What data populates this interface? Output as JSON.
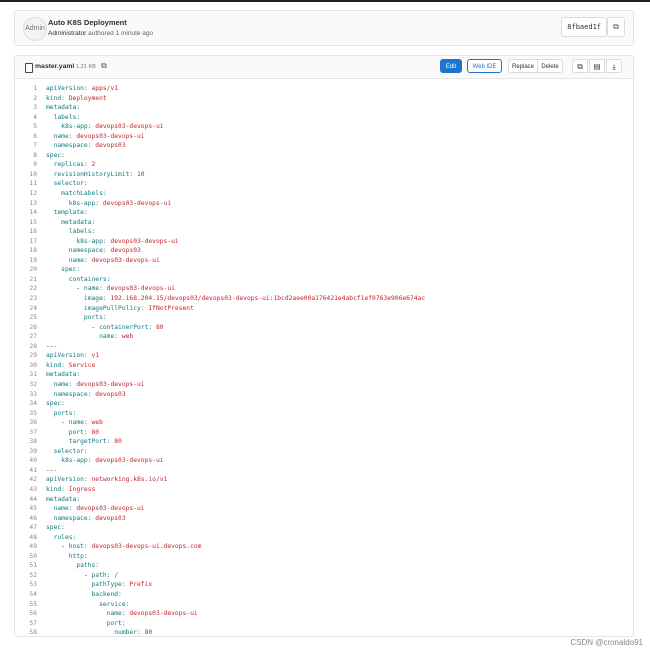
{
  "commit": {
    "avatar_alt": "Admin",
    "title": "Auto K8S Deployment",
    "author": "Administrator",
    "authored_text": "authored 1 minute ago",
    "sha": "8fbaed1f"
  },
  "file": {
    "name": "master.yaml",
    "size": "1.21 KB"
  },
  "toolbar": {
    "edit": "Edit",
    "web_ide": "Web IDE",
    "replace": "Replace",
    "delete": "Delete"
  },
  "icons": {
    "copy_sha": "copy-icon",
    "copy_path": "copy-icon",
    "copy_contents": "copy-icon",
    "raw": "file-icon",
    "download": "download-icon"
  },
  "colors": {
    "primary": "#1f75cb",
    "yaml_key": "#0f7a7f",
    "yaml_value": "#c4242b",
    "line_number": "#8a8a8a"
  },
  "code_lines": [
    {
      "indent": "",
      "key": "apiVersion",
      "value": "apps/v1"
    },
    {
      "indent": "",
      "key": "kind",
      "value": "Deployment"
    },
    {
      "indent": "",
      "key": "metadata",
      "value": ""
    },
    {
      "indent": "  ",
      "key": "labels",
      "value": ""
    },
    {
      "indent": "    ",
      "key": "k8s-app",
      "value": "devops03-devops-ui"
    },
    {
      "indent": "  ",
      "key": "name",
      "value": "devops03-devops-ui"
    },
    {
      "indent": "  ",
      "key": "namespace",
      "value": "devops03"
    },
    {
      "indent": "",
      "key": "spec",
      "value": ""
    },
    {
      "indent": "  ",
      "key": "replicas",
      "value": "2"
    },
    {
      "indent": "  ",
      "key": "revisionHistoryLimit",
      "value": "10"
    },
    {
      "indent": "  ",
      "key": "selector",
      "value": ""
    },
    {
      "indent": "    ",
      "key": "matchLabels",
      "value": ""
    },
    {
      "indent": "      ",
      "key": "k8s-app",
      "value": "devops03-devops-ui"
    },
    {
      "indent": "  ",
      "key": "template",
      "value": ""
    },
    {
      "indent": "    ",
      "key": "metadata",
      "value": ""
    },
    {
      "indent": "      ",
      "key": "labels",
      "value": ""
    },
    {
      "indent": "        ",
      "key": "k8s-app",
      "value": "devops03-devops-ui"
    },
    {
      "indent": "      ",
      "key": "namespace",
      "value": "devops03"
    },
    {
      "indent": "      ",
      "key": "name",
      "value": "devops03-devops-ui"
    },
    {
      "indent": "    ",
      "key": "spec",
      "value": ""
    },
    {
      "indent": "      ",
      "key": "containers",
      "value": ""
    },
    {
      "indent": "        - ",
      "key": "name",
      "value": "devops03-devops-ui"
    },
    {
      "indent": "          ",
      "key": "image",
      "value": "192.168.204.15/devops03/devops03-devops-ui:1bcd2aee00a176421e4abcf1ef0763e906e674ac"
    },
    {
      "indent": "          ",
      "key": "imagePullPolicy",
      "value": "IfNotPresent"
    },
    {
      "indent": "          ",
      "key": "ports",
      "value": ""
    },
    {
      "indent": "            - ",
      "key": "containerPort",
      "value": "80"
    },
    {
      "indent": "              ",
      "key": "name",
      "value": "web"
    },
    {
      "indent": "",
      "key": "",
      "value": "",
      "plain": "---"
    },
    {
      "indent": "",
      "key": "apiVersion",
      "value": "v1"
    },
    {
      "indent": "",
      "key": "kind",
      "value": "Service"
    },
    {
      "indent": "",
      "key": "metadata",
      "value": ""
    },
    {
      "indent": "  ",
      "key": "name",
      "value": "devops03-devops-ui"
    },
    {
      "indent": "  ",
      "key": "namespace",
      "value": "devops03"
    },
    {
      "indent": "",
      "key": "spec",
      "value": ""
    },
    {
      "indent": "  ",
      "key": "ports",
      "value": ""
    },
    {
      "indent": "    - ",
      "key": "name",
      "value": "web"
    },
    {
      "indent": "      ",
      "key": "port",
      "value": "80"
    },
    {
      "indent": "      ",
      "key": "targetPort",
      "value": "80"
    },
    {
      "indent": "  ",
      "key": "selector",
      "value": ""
    },
    {
      "indent": "    ",
      "key": "k8s-app",
      "value": "devops03-devops-ui"
    },
    {
      "indent": "",
      "key": "",
      "value": "",
      "plain": "---"
    },
    {
      "indent": "",
      "key": "apiVersion",
      "value": "networking.k8s.io/v1"
    },
    {
      "indent": "",
      "key": "kind",
      "value": "Ingress"
    },
    {
      "indent": "",
      "key": "metadata",
      "value": ""
    },
    {
      "indent": "  ",
      "key": "name",
      "value": "devops03-devops-ui"
    },
    {
      "indent": "  ",
      "key": "namespace",
      "value": "devops03"
    },
    {
      "indent": "",
      "key": "spec",
      "value": ""
    },
    {
      "indent": "  ",
      "key": "rules",
      "value": ""
    },
    {
      "indent": "    - ",
      "key": "host",
      "value": "devops03-devops-ui.devops.com"
    },
    {
      "indent": "      ",
      "key": "http",
      "value": ""
    },
    {
      "indent": "        ",
      "key": "paths",
      "value": ""
    },
    {
      "indent": "          - ",
      "key": "path",
      "value": "/"
    },
    {
      "indent": "            ",
      "key": "pathType",
      "value": "Prefix"
    },
    {
      "indent": "            ",
      "key": "backend",
      "value": ""
    },
    {
      "indent": "              ",
      "key": "service",
      "value": ""
    },
    {
      "indent": "                ",
      "key": "name",
      "value": "devops03-devops-ui"
    },
    {
      "indent": "                ",
      "key": "port",
      "value": ""
    },
    {
      "indent": "                  ",
      "key": "number",
      "value": "80"
    }
  ],
  "watermark": "CSDN @cronaldo91"
}
